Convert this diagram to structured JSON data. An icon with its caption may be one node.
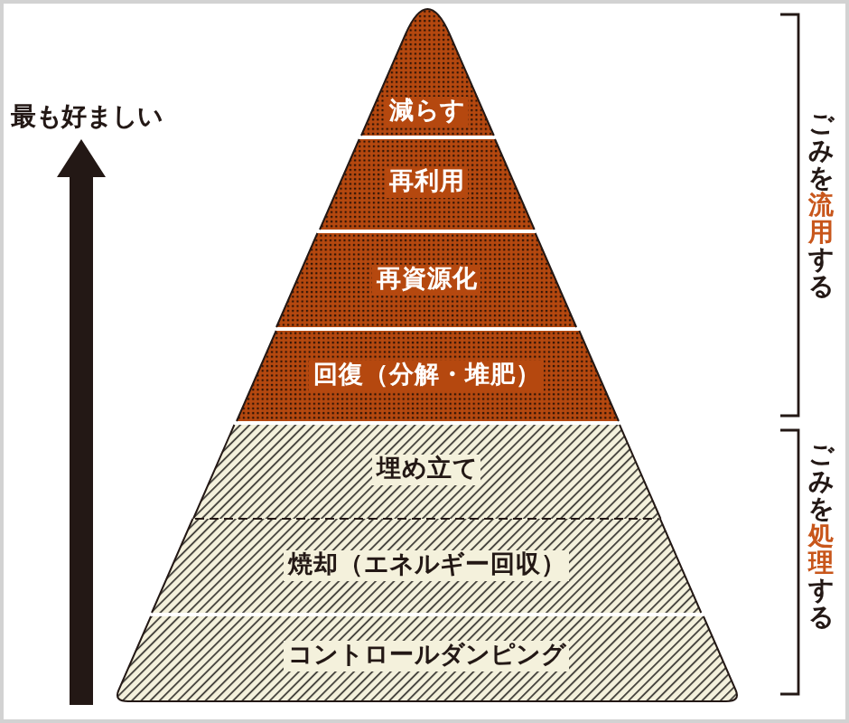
{
  "diagram": {
    "nodes": [
      {
        "text": [
          "減らす"
        ]
      },
      {
        "text": [
          "再利用"
        ]
      },
      {
        "text": [
          "再資源化"
        ]
      },
      {
        "text": [
          "回復（分解・堆肥）"
        ]
      },
      {
        "text": [
          "埋め立て"
        ]
      },
      {
        "text": [
          "焼却（エネルギー回収）"
        ]
      },
      {
        "text": [
          "コントロールダンピング"
        ]
      }
    ],
    "labels": [
      "最も好ましい",
      "ごみを**流用**する",
      "ごみを**処理**する"
    ]
  }
}
